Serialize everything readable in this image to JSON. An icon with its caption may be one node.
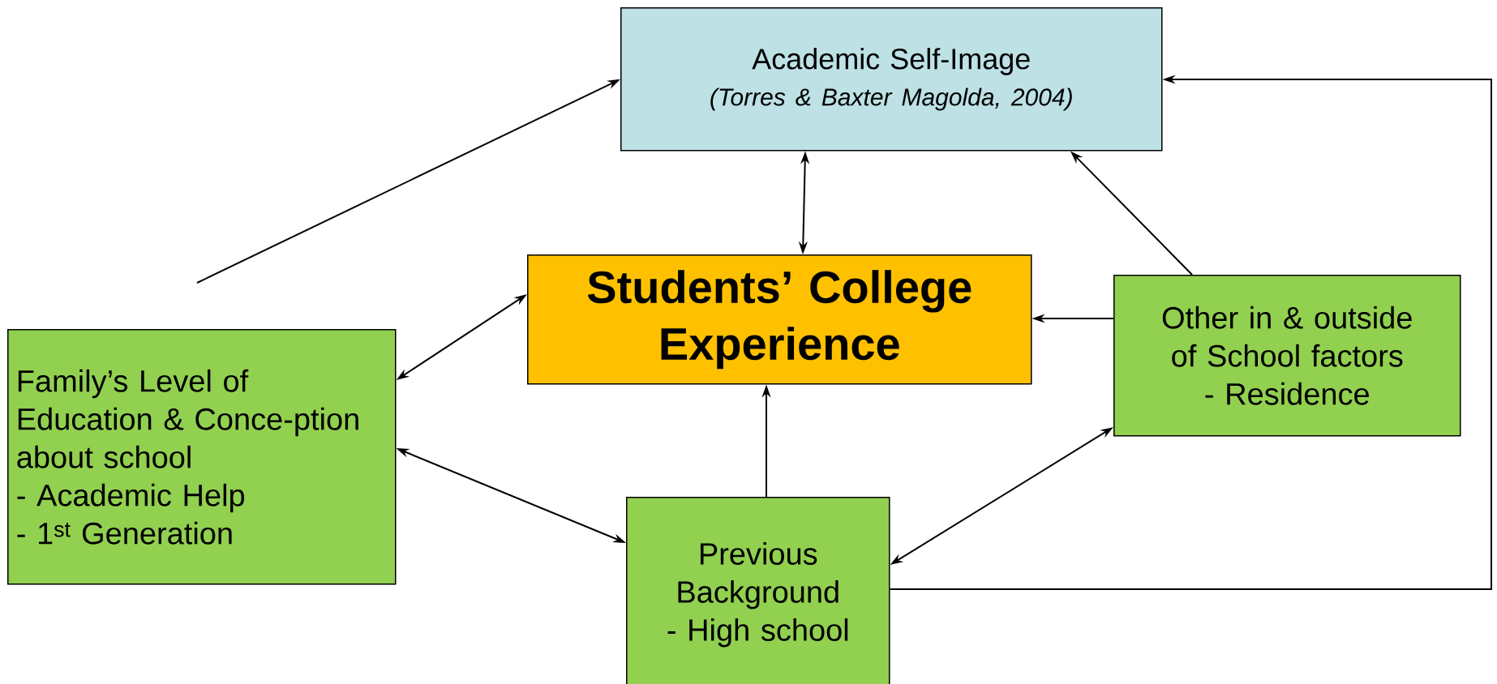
{
  "diagram": {
    "nodes": [
      {
        "text": [
          "Academic Self-Image",
          "(Torres & Baxter Magolda, 2004)"
        ]
      },
      {
        "text": [
          "Students’ College Experience"
        ]
      },
      {
        "text": [
          "Family’s Level of Education & Conce-ption about school",
          "- Academic Help",
          "- 1$^{st}$ Generation"
        ]
      },
      {
        "text": [
          "Other in & outside of School factors",
          "- Residence"
        ]
      },
      {
        "text": [
          "Previous Background",
          "- High school"
        ]
      }
    ],
    "edges": [
      {
        "from": null,
        "to": 0,
        "arrow": "to"
      },
      {
        "from": 0,
        "to": 1,
        "arrow": "both"
      },
      {
        "from": 1,
        "to": 2,
        "arrow": "both"
      },
      {
        "from": 3,
        "to": 1,
        "arrow": "to"
      },
      {
        "from": 3,
        "to": 0,
        "arrow": "to"
      },
      {
        "from": 2,
        "to": 4,
        "arrow": "both"
      },
      {
        "from": 4,
        "to": 1,
        "arrow": "to"
      },
      {
        "from": 3,
        "to": 4,
        "arrow": "both"
      },
      {
        "from": 4,
        "to": 0,
        "arrow": "to"
      }
    ]
  }
}
